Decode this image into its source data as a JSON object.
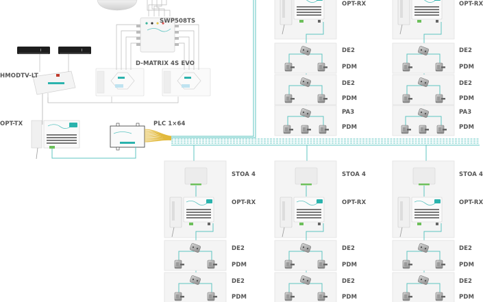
{
  "diagram": {
    "type": "fiber-optic TV distribution network",
    "colors": {
      "fiber": "#5cc4c1",
      "coax": "#b9b9b9",
      "panel_bg": "#f4f4f4",
      "panel_border": "#dedede",
      "label": "#555555",
      "fiber_bundle": "#e2b93b",
      "brand_badge": "#2bb3ad"
    },
    "headend": {
      "dish": {
        "label": ""
      },
      "multiswitch": {
        "label": "SWP508TS"
      },
      "matrix": {
        "label": "D-MATRIX 4S EVO"
      },
      "modulator": {
        "label": "HMODTV-LT"
      },
      "transmitter": {
        "label": "OPT-TX"
      },
      "splitter": {
        "label": "PLC 1×64"
      },
      "receivers_count": 2
    },
    "top_branches": [
      {
        "name": "branch-1",
        "labels": {
          "receiver": "OPT-RX",
          "tap1": "DE2",
          "outlets1": "PDM",
          "tap2": "DE2",
          "outlets2": "PDM",
          "tap3": "PA3",
          "outlets3": "PDM"
        }
      },
      {
        "name": "branch-2",
        "labels": {
          "receiver": "OPT-RX",
          "tap1": "DE2",
          "outlets1": "PDM",
          "tap2": "DE2",
          "outlets2": "PDM",
          "tap3": "PA3",
          "outlets3": "PDM"
        }
      }
    ],
    "bottom_branches": [
      {
        "name": "branch-3",
        "labels": {
          "router": "STOA 4",
          "receiver": "OPT-RX",
          "tap1": "DE2",
          "outlets1": "PDM",
          "tap2": "DE2",
          "outlets2": "PDM"
        }
      },
      {
        "name": "branch-4",
        "labels": {
          "router": "STOA 4",
          "receiver": "OPT-RX",
          "tap1": "DE2",
          "outlets1": "PDM",
          "tap2": "DE2",
          "outlets2": "PDM"
        }
      },
      {
        "name": "branch-5",
        "labels": {
          "router": "STOA 4",
          "receiver": "OPT-RX",
          "tap1": "DE2",
          "outlets1": "PDM",
          "tap2": "DE2",
          "outlets2": "PDM"
        }
      }
    ]
  }
}
